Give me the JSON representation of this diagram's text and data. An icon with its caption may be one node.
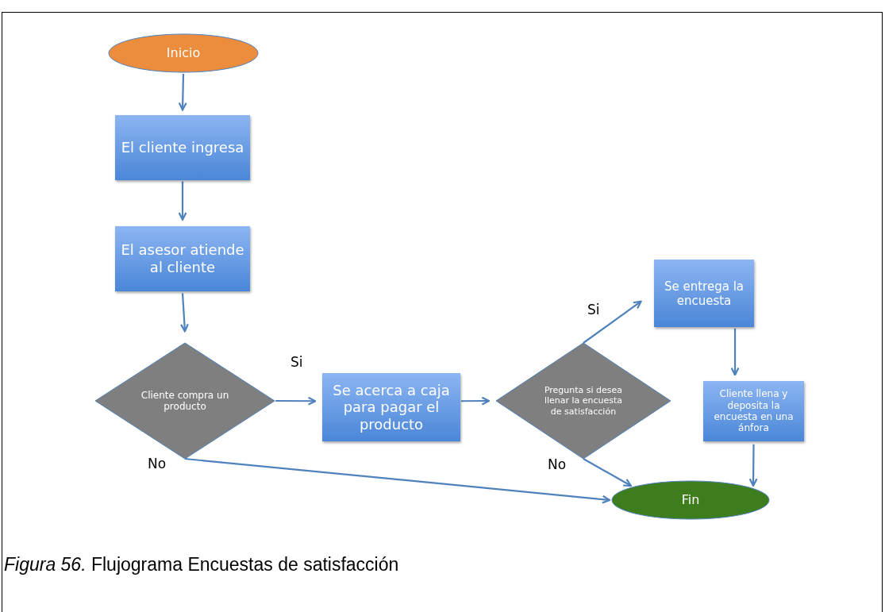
{
  "diagram": {
    "caption": "*Figura 56.* Flujograma Encuestas de satisfacción",
    "nodes": [
      {
        "text": [
          "Inicio"
        ]
      },
      {
        "text": [
          "El cliente ingresa"
        ]
      },
      {
        "text": [
          "El asesor atiende al cliente"
        ]
      },
      {
        "text": [
          "Cliente compra un producto"
        ]
      },
      {
        "text": [
          "Se acerca a caja para pagar el producto"
        ]
      },
      {
        "text": [
          "Pregunta si desea llenar la encuesta de satisfacción"
        ]
      },
      {
        "text": [
          "Se entrega la encuesta"
        ]
      },
      {
        "text": [
          "Cliente llena y deposita la encuesta en una ánfora"
        ]
      },
      {
        "text": [
          "Fin"
        ]
      }
    ],
    "edges": [
      {
        "from": 0,
        "to": 1,
        "arrow": "to"
      },
      {
        "from": 1,
        "to": 2,
        "arrow": "to"
      },
      {
        "from": 2,
        "to": 3,
        "arrow": "to"
      },
      {
        "from": 3,
        "to": 4,
        "arrow": "to",
        "label": "Si"
      },
      {
        "from": 4,
        "to": 5,
        "arrow": "to"
      },
      {
        "from": 5,
        "to": 6,
        "arrow": "to",
        "label": "Si"
      },
      {
        "from": 5,
        "to": 8,
        "arrow": "to",
        "label": "No"
      },
      {
        "from": 6,
        "to": 7,
        "arrow": "to"
      },
      {
        "from": 7,
        "to": 8,
        "arrow": "to"
      },
      {
        "from": 3,
        "to": 8,
        "arrow": "to",
        "label": "No"
      }
    ]
  }
}
